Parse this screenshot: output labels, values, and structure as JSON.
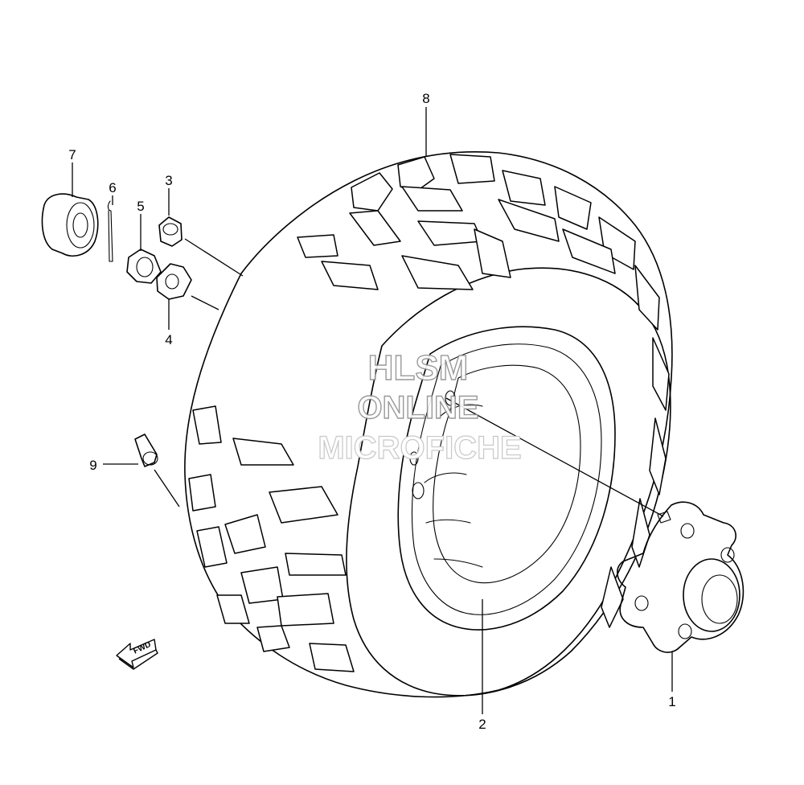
{
  "watermark": {
    "line1": "HLSM",
    "line2": "ONLINE",
    "line3": "MICROFICHE"
  },
  "callouts": [
    {
      "id": "1",
      "label": "1"
    },
    {
      "id": "2",
      "label": "2"
    },
    {
      "id": "3",
      "label": "3"
    },
    {
      "id": "4",
      "label": "4"
    },
    {
      "id": "5",
      "label": "5"
    },
    {
      "id": "6",
      "label": "6"
    },
    {
      "id": "7",
      "label": "7"
    },
    {
      "id": "8",
      "label": "8"
    },
    {
      "id": "9",
      "label": "9"
    }
  ],
  "direction_arrow": {
    "label": "FWD"
  }
}
